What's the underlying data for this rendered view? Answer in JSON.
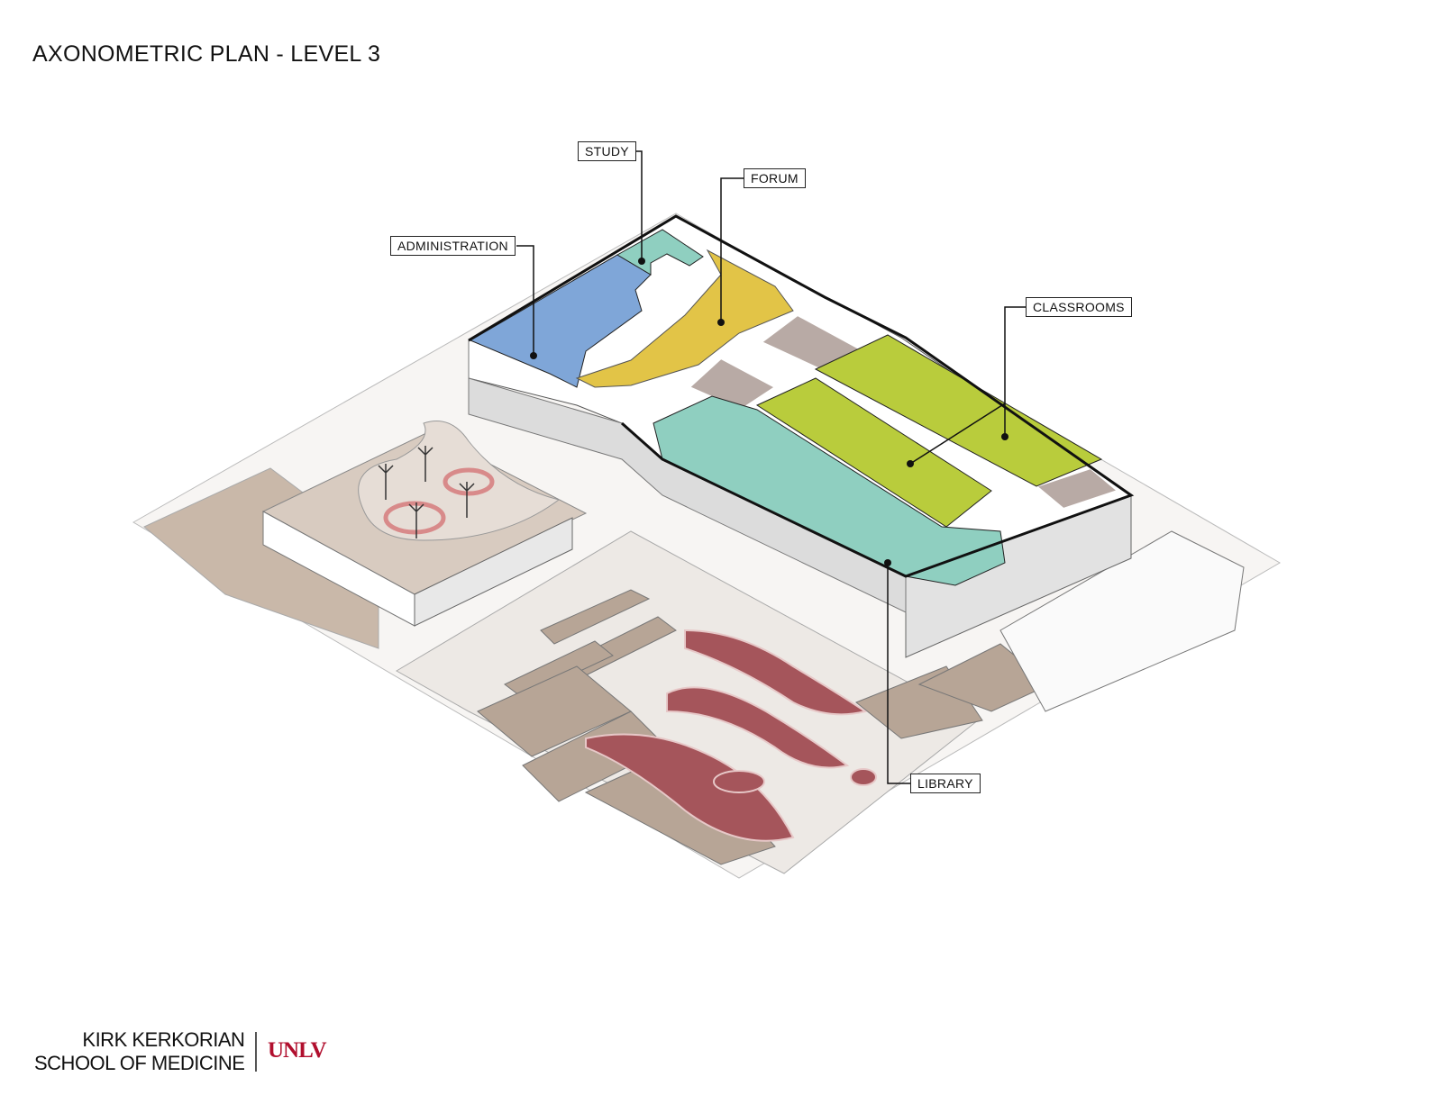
{
  "title": "AXONOMETRIC PLAN - LEVEL 3",
  "labels": {
    "study": "STUDY",
    "forum": "FORUM",
    "administration": "ADMINISTRATION",
    "classrooms": "CLASSROOMS",
    "library": "LIBRARY"
  },
  "footer": {
    "line1": "KIRK KERKORIAN",
    "line2": "SCHOOL OF MEDICINE",
    "brand": "UNLV"
  },
  "colors": {
    "administration": "#7fa6d8",
    "study": "#8fcfc0",
    "forum": "#e2c447",
    "classrooms": "#b9cc3c",
    "library": "#8fcfc0",
    "service": "#b8aaa5",
    "plaza_red": "#a5555b",
    "plaza_tan": "#b7a596",
    "brand": "#b10f2e"
  }
}
